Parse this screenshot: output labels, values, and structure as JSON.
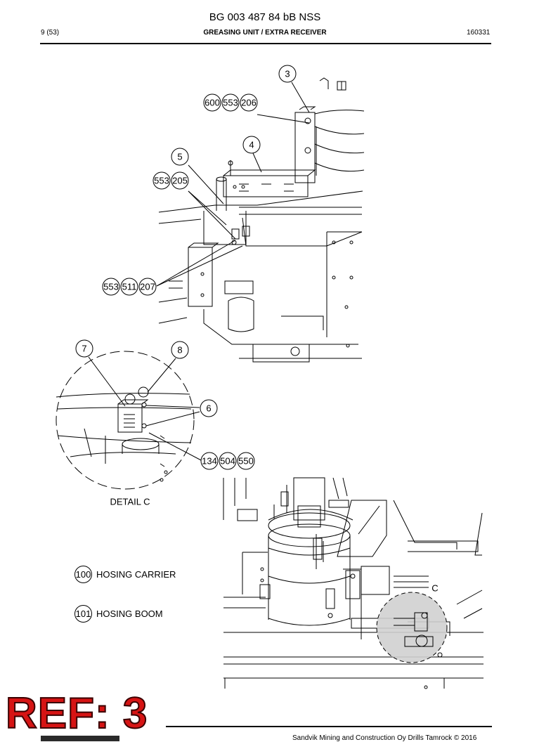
{
  "header": {
    "doc_number": "BG 003 487 84 bB NSS",
    "page": "9 (53)",
    "title": "GREASING UNIT / EXTRA RECEIVER",
    "date": "160331"
  },
  "callouts": {
    "c3": "3",
    "c600": "600",
    "c553a": "553",
    "c206": "206",
    "c4": "4",
    "c5": "5",
    "c553b": "553",
    "c205": "205",
    "c553c": "553",
    "c511": "511",
    "c207": "207",
    "c7": "7",
    "c8": "8",
    "c6": "6",
    "c134": "134",
    "c504": "504",
    "c550": "550"
  },
  "detail_label": "DETAIL C",
  "detail_marker": "C",
  "legend": [
    {
      "num": "100",
      "text": "HOSING CARRIER"
    },
    {
      "num": "101",
      "text": "HOSING BOOM"
    }
  ],
  "ref_badge": "REF: 3",
  "footer": "Sandvik Mining and Construction Oy Drills Tamrock © 2016"
}
